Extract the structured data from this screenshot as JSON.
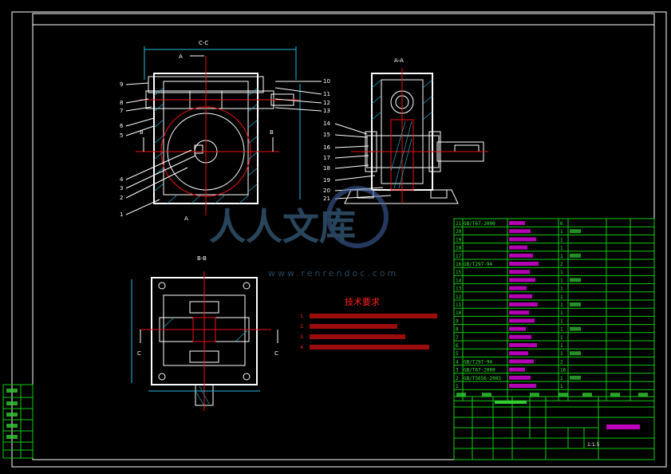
{
  "views": {
    "cc": "C-C",
    "aa": "A-A",
    "bb": "B-B",
    "cut_a": "A",
    "cut_b": "B",
    "cut_c": "C"
  },
  "part_numbers_left": [
    "9",
    "8",
    "7",
    "6",
    "5",
    "4",
    "3",
    "2",
    "1"
  ],
  "part_numbers_right": [
    "10",
    "11",
    "12",
    "13",
    "14",
    "15",
    "16",
    "17",
    "18",
    "19",
    "20",
    "21"
  ],
  "tech": {
    "title": "技术要求",
    "lines": [
      "1.",
      "2.",
      "3.",
      "4."
    ]
  },
  "bom": {
    "rows": [
      {
        "no": "21",
        "code": "GB/T67-2000",
        "qty": "6"
      },
      {
        "no": "20",
        "code": "",
        "qty": "1"
      },
      {
        "no": "19",
        "code": "",
        "qty": "1"
      },
      {
        "no": "18",
        "code": "",
        "qty": "1"
      },
      {
        "no": "17",
        "code": "",
        "qty": "1"
      },
      {
        "no": "16",
        "code": "GB/T297-94",
        "qty": "2"
      },
      {
        "no": "15",
        "code": "",
        "qty": "1"
      },
      {
        "no": "14",
        "code": "",
        "qty": "1"
      },
      {
        "no": "13",
        "code": "",
        "qty": "1"
      },
      {
        "no": "12",
        "code": "",
        "qty": "1"
      },
      {
        "no": "11",
        "code": "",
        "qty": "1"
      },
      {
        "no": "10",
        "code": "",
        "qty": "1"
      },
      {
        "no": "9",
        "code": "",
        "qty": "1"
      },
      {
        "no": "8",
        "code": "",
        "qty": "1"
      },
      {
        "no": "7",
        "code": "",
        "qty": "1"
      },
      {
        "no": "6",
        "code": "",
        "qty": "1"
      },
      {
        "no": "5",
        "code": "",
        "qty": "1"
      },
      {
        "no": "4",
        "code": "GB/T297-94",
        "qty": "2"
      },
      {
        "no": "3",
        "code": "GB/T67-2000",
        "qty": "16"
      },
      {
        "no": "2",
        "code": "GB/T5656-2003",
        "qty": "1"
      },
      {
        "no": "1",
        "code": "",
        "qty": "1"
      }
    ],
    "scale": "1:1.5"
  },
  "watermark": {
    "text": "人人文库",
    "url": "www.renrendoc.com"
  }
}
